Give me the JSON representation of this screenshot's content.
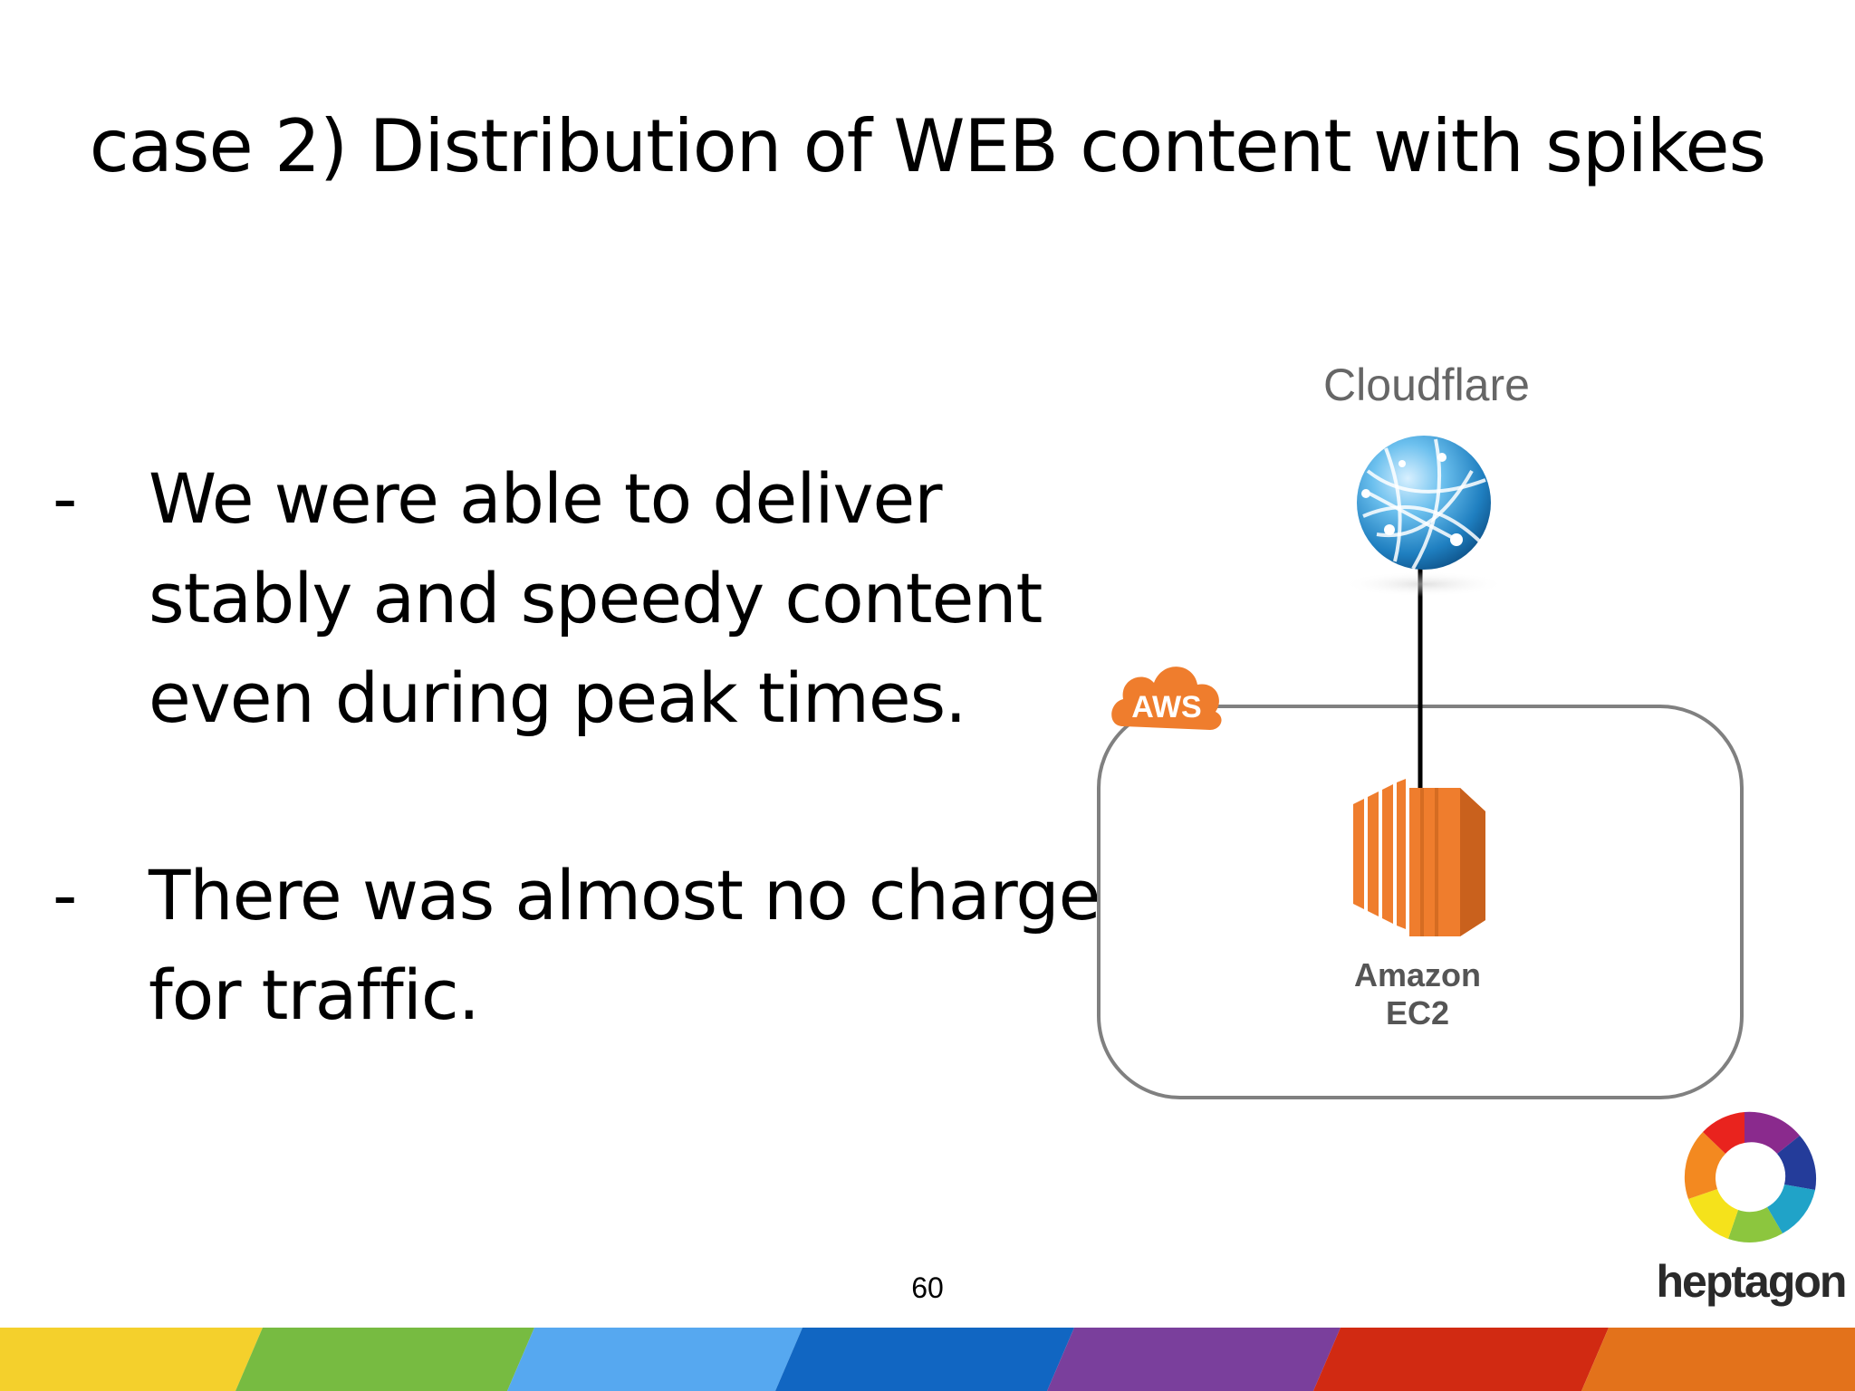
{
  "slide": {
    "title": "case 2) Distribution of WEB content with spikes",
    "bullets": [
      {
        "dash": "-",
        "lines": [
          "We were able to deliver",
          "stably and speedy content",
          "even during peak times."
        ]
      },
      {
        "dash": "-",
        "lines": [
          "There was almost no charge",
          "for traffic."
        ]
      }
    ],
    "page_number": "60"
  },
  "diagram": {
    "cloudflare_label": "Cloudflare",
    "aws_badge": "AWS",
    "ec2_label_line1": "Amazon",
    "ec2_label_line2": "EC2",
    "icons": [
      "globe-icon",
      "aws-cloud-icon",
      "ec2-instance-icon"
    ]
  },
  "branding": {
    "name": "heptagon",
    "footer_colors": [
      "#f4d02c",
      "#77bb41",
      "#56a8f0",
      "#1166c2",
      "#7a3f9c",
      "#d12a12",
      "#e3721b"
    ],
    "logo_colors": [
      "#e9231e",
      "#8a2a8d",
      "#243c9a",
      "#20a3c8",
      "#8cc63e",
      "#f5e21b",
      "#f38920"
    ]
  }
}
